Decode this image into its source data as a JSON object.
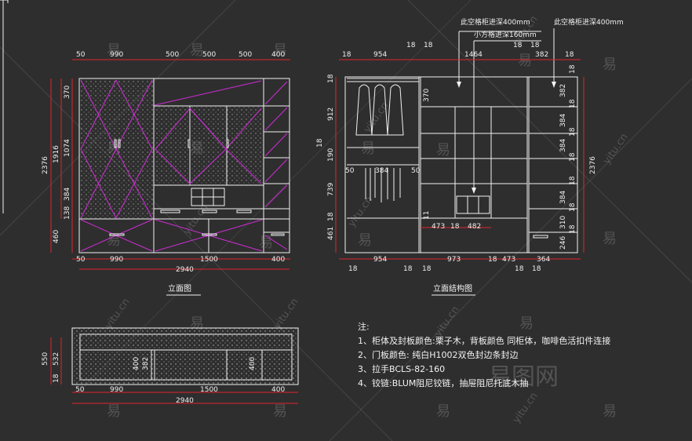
{
  "elevation": {
    "title": "立面图",
    "top_dims": [
      "50",
      "990",
      "500",
      "500",
      "500",
      "400"
    ],
    "bottom_dims": [
      "50",
      "990",
      "1500",
      "400"
    ],
    "total": "2940",
    "left_dims": [
      "2376",
      "1916",
      "1074",
      "370",
      "384",
      "138",
      "460"
    ]
  },
  "structure": {
    "title": "立面结构图",
    "top_dims": [
      "18",
      "954",
      "18",
      "18",
      "1464",
      "18",
      "18",
      "382",
      "18"
    ],
    "bottom_dims": [
      "18",
      "954",
      "18",
      "18",
      "973",
      "18",
      "473",
      "18",
      "364",
      "18"
    ],
    "left_dims": [
      "18",
      "912",
      "18",
      "190",
      "739",
      "18",
      "461"
    ],
    "right_dims": [
      "18",
      "382",
      "18",
      "384",
      "18",
      "384",
      "18",
      "2376",
      "18",
      "384",
      "18",
      "310",
      "18",
      "246"
    ],
    "inner_dims": [
      "370",
      "50",
      "384",
      "50",
      "473",
      "18",
      "482",
      "11"
    ],
    "callouts": [
      "此空格柜进深400mm",
      "小方格进深160mm",
      "此空格柜进深400mm"
    ]
  },
  "plan": {
    "left_dims": [
      "550",
      "532",
      "18"
    ],
    "inner_dims": [
      "400",
      "382",
      "400"
    ],
    "bottom_dims": [
      "50",
      "990",
      "1500",
      "400"
    ],
    "total": "2940"
  },
  "notes": {
    "heading": "注:",
    "items": [
      "1、柜体及封板颜色:栗子木，背板颜色 同柜体，咖啡色活扣件连接",
      "2、门板颜色: 纯白H1002双色封边条封边",
      "3、拉手BCLS-82-160",
      "4、铰链:BLUM阻尼铰链，抽屉阻尼托底木抽"
    ]
  },
  "watermarks": {
    "yi": "易",
    "site": "yitu.cn",
    "brand": "易图网"
  }
}
